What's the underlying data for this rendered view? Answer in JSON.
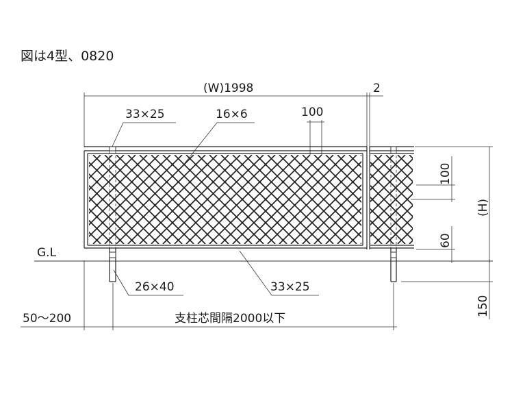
{
  "caption": "図は4型、0820",
  "dimensions": {
    "width": "(W)1998",
    "gap": "2",
    "top_rail": "33×25",
    "lattice": "16×6",
    "lattice_pitch": "100",
    "lattice_pitch_vertical": "100",
    "bottom_clearance": "60",
    "height": "(H)",
    "embed_depth": "150",
    "ground_line": "G.L",
    "post": "26×40",
    "bottom_rail": "33×25",
    "post_offset": "50〜200",
    "post_spacing": "支柱芯間隔2000以下"
  }
}
